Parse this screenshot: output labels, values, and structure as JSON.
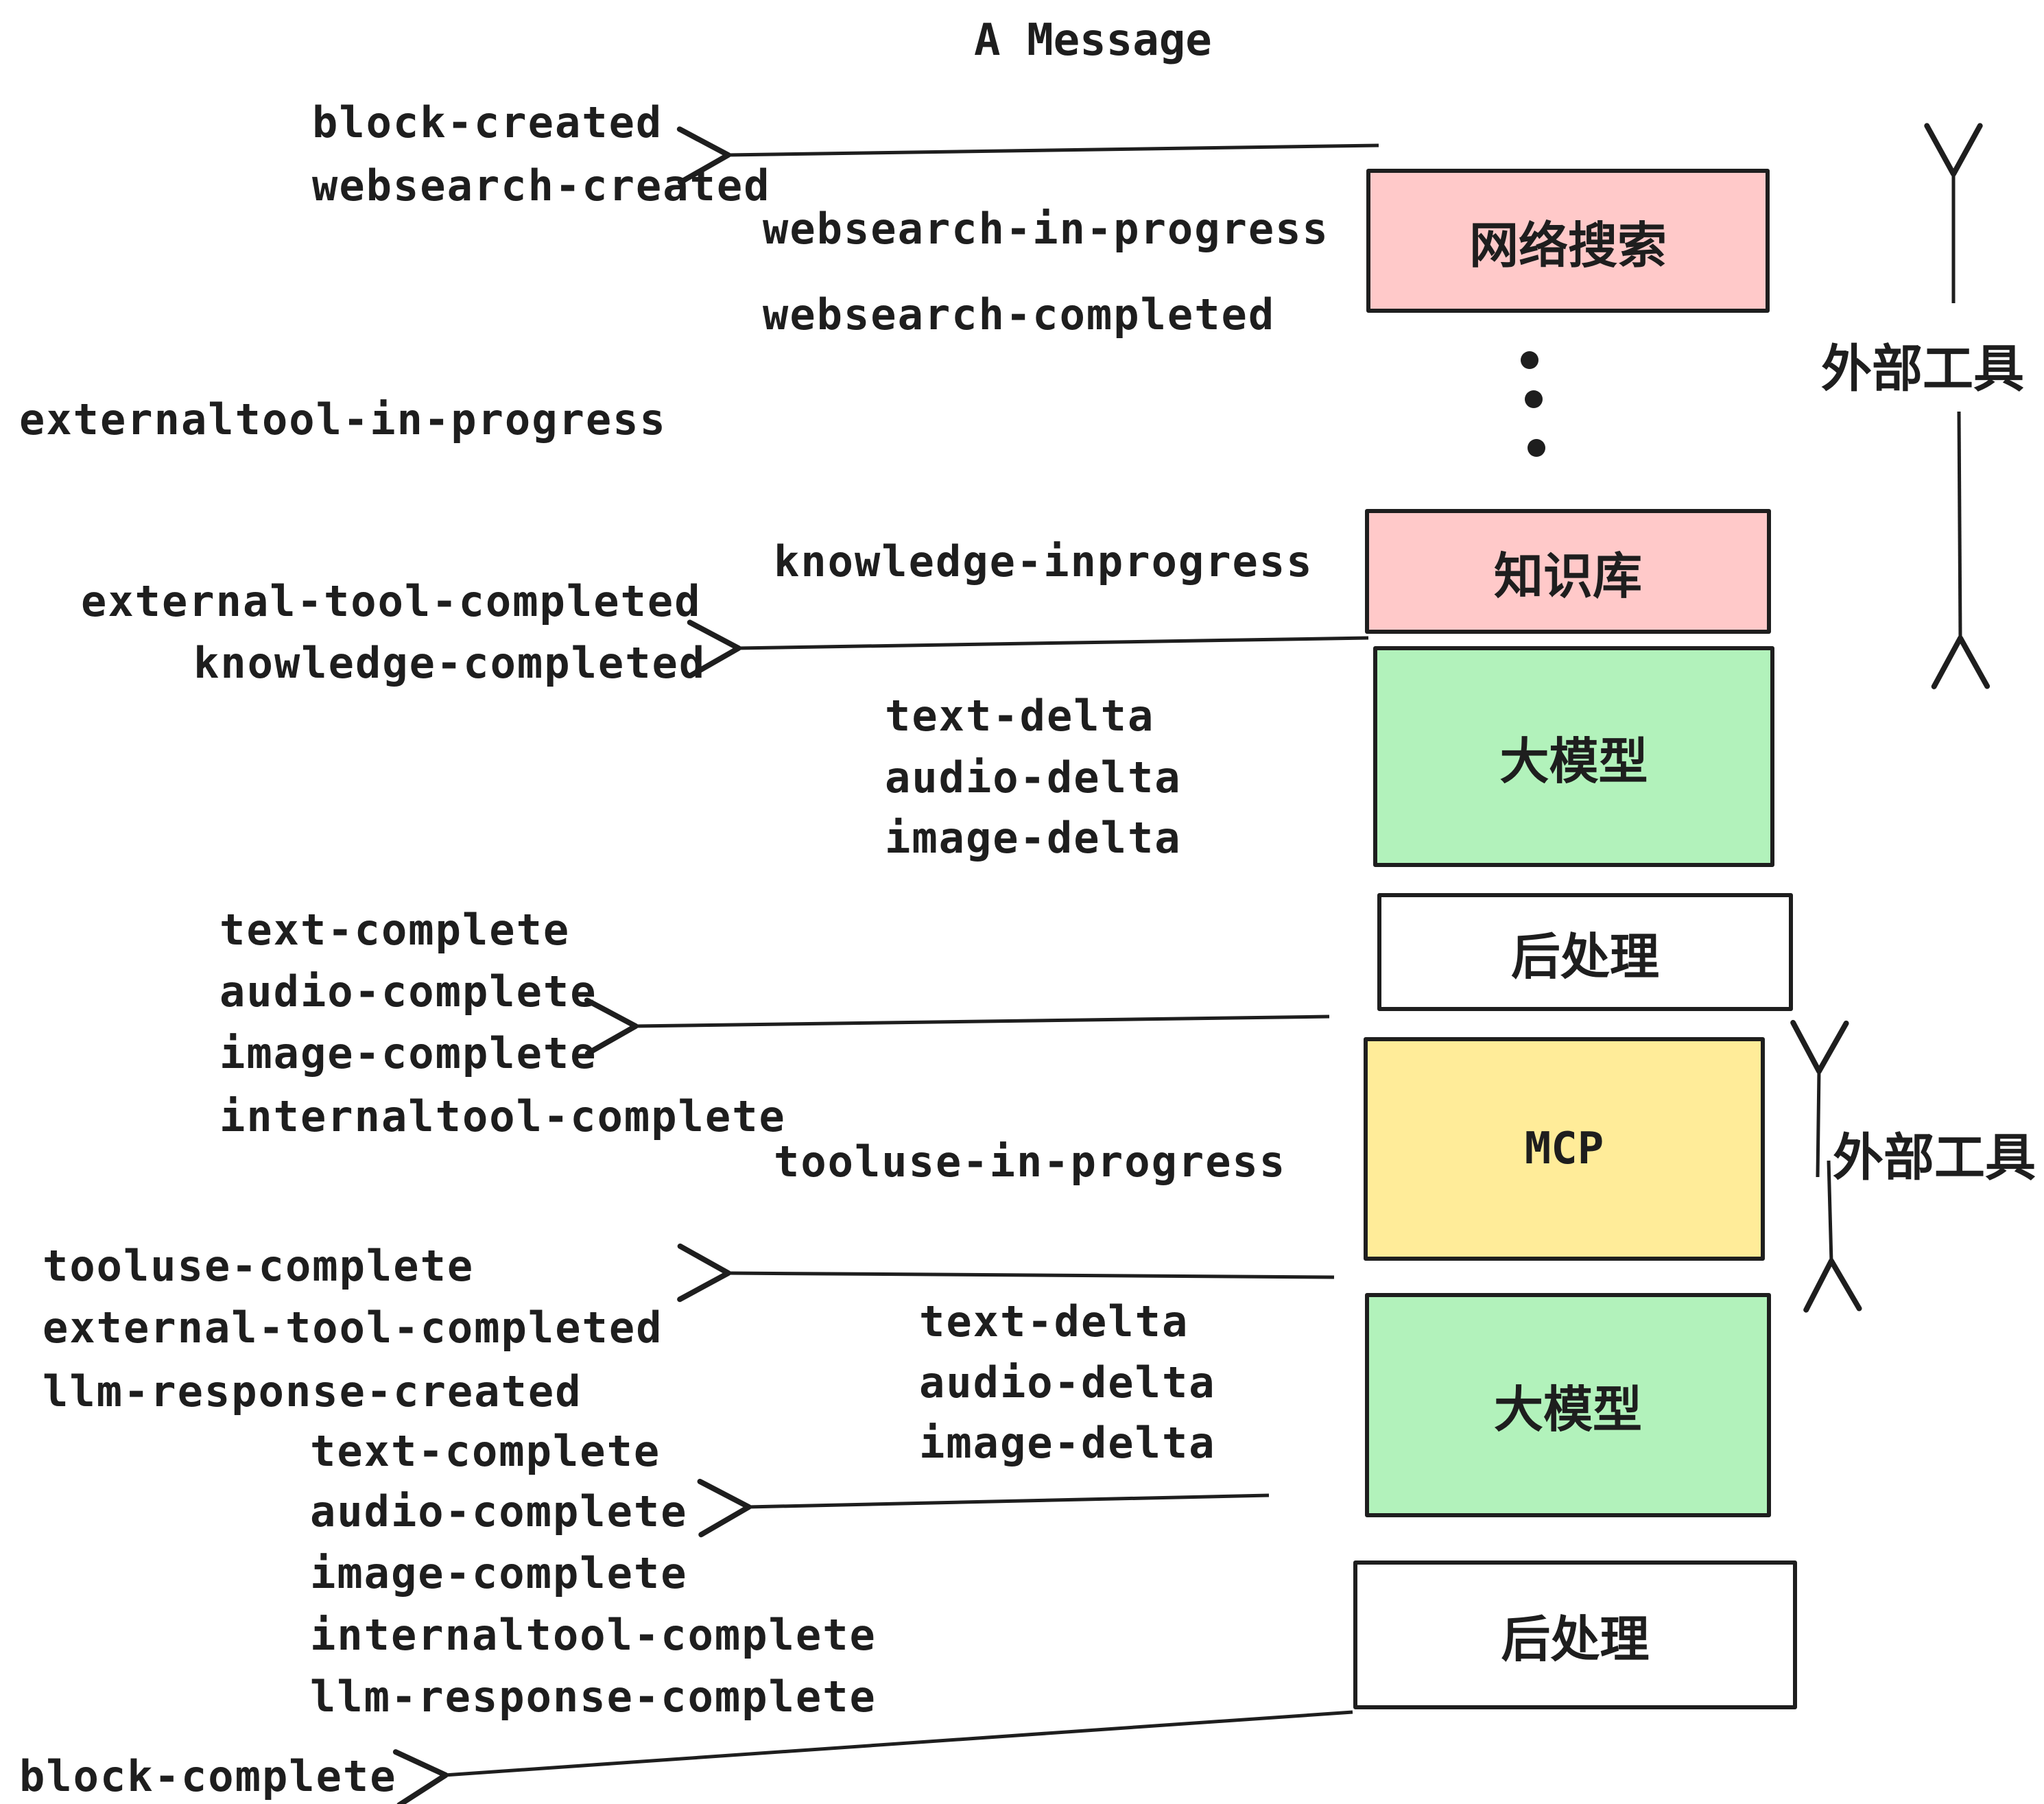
{
  "title": "A Message",
  "colors": {
    "stroke": "#1e1e1e",
    "text": "#1e1e1e",
    "background": "#ffffff",
    "pink": "#ffc9c9",
    "green": "#b2f2bb",
    "yellow": "#ffec99",
    "white": "#ffffff"
  },
  "events": {
    "block_created": "block-created",
    "websearch_created": "websearch-created",
    "websearch_in_progress": "websearch-in-progress",
    "websearch_completed": "websearch-completed",
    "externaltool_in_progress": "externaltool-in-progress",
    "knowledge_inprogress": "knowledge-inprogress",
    "external_tool_completed_1": "external-tool-completed",
    "knowledge_completed": "knowledge-completed",
    "text_delta_1": "text-delta",
    "audio_delta_1": "audio-delta",
    "image_delta_1": "image-delta",
    "text_complete_1": "text-complete",
    "audio_complete_1": "audio-complete",
    "image_complete_1": "image-complete",
    "internaltool_complete_1": "internaltool-complete",
    "tooluse_in_progress": "tooluse-in-progress",
    "tooluse_complete": "tooluse-complete",
    "external_tool_completed_2": "external-tool-completed",
    "llm_response_created": "llm-response-created",
    "text_complete_2": "text-complete",
    "audio_complete_2": "audio-complete",
    "image_complete_2": "image-complete",
    "internaltool_complete_2": "internaltool-complete",
    "llm_response_complete": "llm-response-complete",
    "text_delta_2": "text-delta",
    "audio_delta_2": "audio-delta",
    "image_delta_2": "image-delta",
    "block_complete": "block-complete"
  },
  "boxes": {
    "websearch": {
      "label": "网络搜索",
      "fill": "#ffc9c9"
    },
    "knowledge": {
      "label": "知识库",
      "fill": "#ffc9c9"
    },
    "llm_1": {
      "label": "大模型",
      "fill": "#b2f2bb"
    },
    "post_1": {
      "label": "后处理",
      "fill": "#ffffff"
    },
    "mcp": {
      "label": "MCP",
      "fill": "#ffec99"
    },
    "llm_2": {
      "label": "大模型",
      "fill": "#b2f2bb"
    },
    "post_2": {
      "label": "后处理",
      "fill": "#ffffff"
    }
  },
  "side_labels": {
    "external_tools_top": "外部工具",
    "external_tools_mcp": "外部工具"
  }
}
